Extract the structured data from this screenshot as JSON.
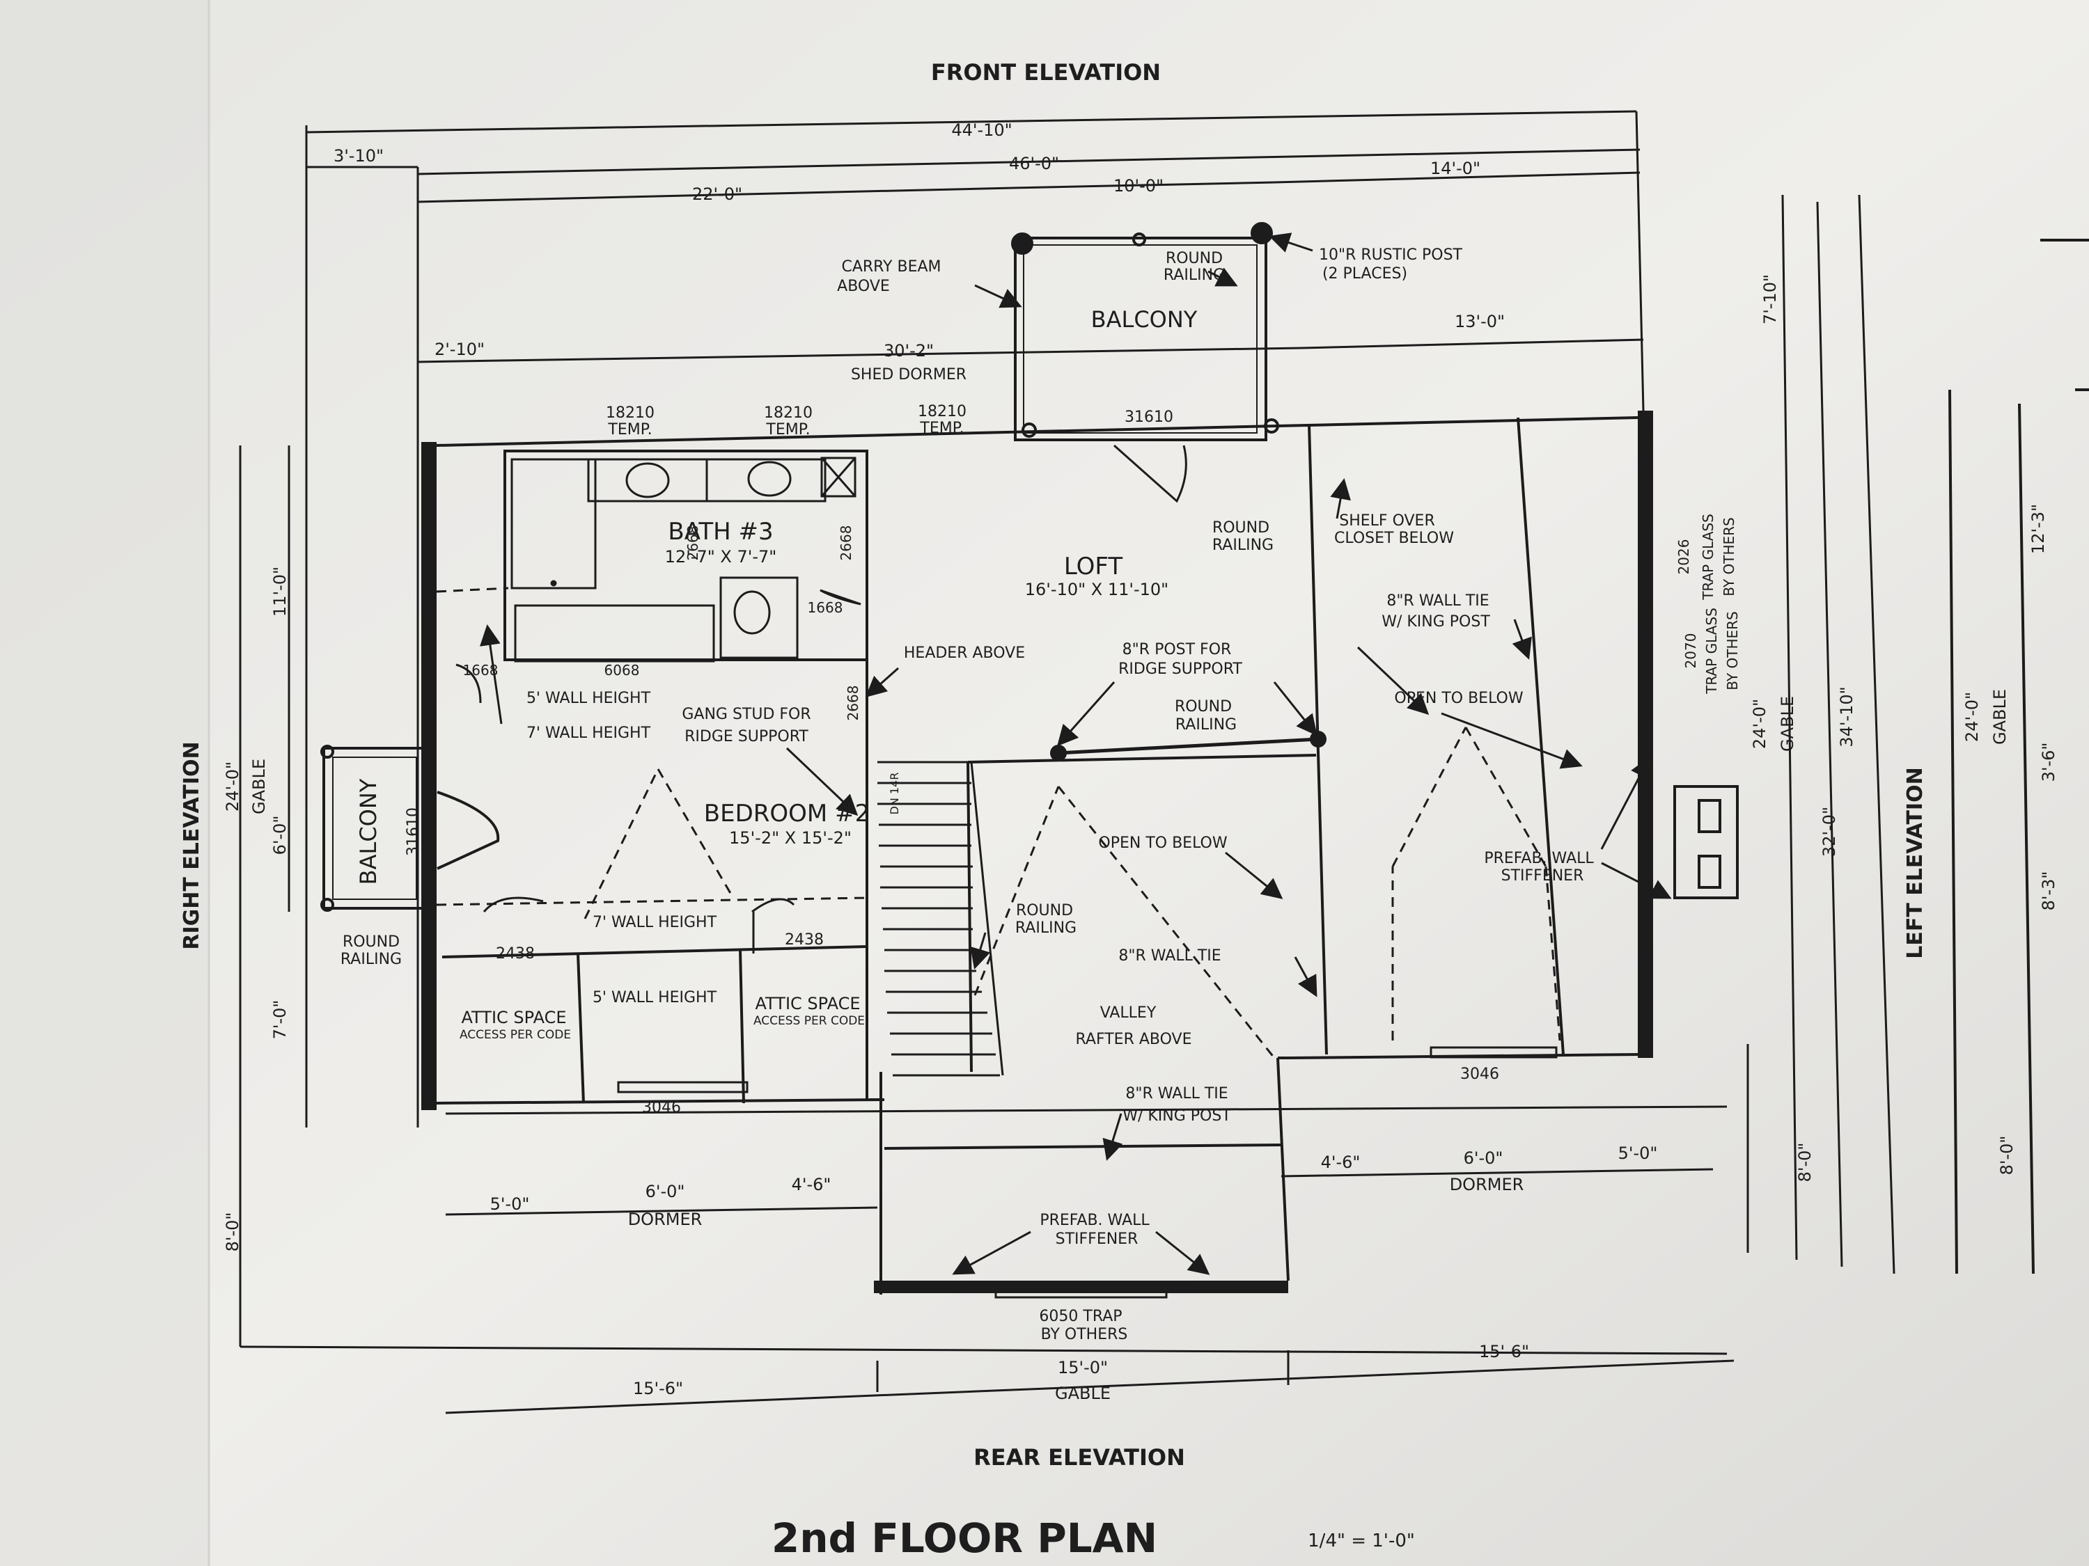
{
  "labels": {
    "front_elevation": "FRONT ELEVATION",
    "rear_elevation": "REAR ELEVATION",
    "right_elevation": "RIGHT ELEVATION",
    "left_elevation": "LEFT ELEVATION",
    "title": "2nd FLOOR PLAN",
    "scale": "1/4\" = 1'-0\""
  },
  "rooms": {
    "balcony": "BALCONY",
    "bath_3": "BATH #3",
    "bath_3_size": "12'-7\" X 7'-7\"",
    "loft": "LOFT",
    "loft_size": "16'-10\" X 11'-10\"",
    "bedroom_2": "BEDROOM #2",
    "bedroom_2_size": "15'-2\" X 15'-2\"",
    "attic_space": "ATTIC SPACE",
    "attic_access": "ACCESS PER CODE"
  },
  "notes": {
    "carry_beam_1": "CARRY BEAM",
    "carry_beam_2": "ABOVE",
    "round": "ROUND",
    "railing": "RAILING",
    "rustic_post_1": "10\"R RUSTIC POST",
    "rustic_post_2": "(2 PLACES)",
    "shed_dormer": "SHED DORMER",
    "shelf_over": "SHELF OVER",
    "closet_below": "CLOSET BELOW",
    "wall_tie_8r": "8\"R WALL TIE",
    "wall_tie_8r_short": "8\"R WALL TIE",
    "king_post": "W/ KING POST",
    "open_to_below": "OPEN TO BELOW",
    "post_for": "8\"R POST FOR",
    "ridge_support": "RIDGE SUPPORT",
    "header_above": "HEADER ABOVE",
    "gang_stud": "GANG STUD FOR",
    "wall_height_5": "5' WALL HEIGHT",
    "wall_height_7": "7' WALL HEIGHT",
    "valley": "VALLEY",
    "rafter_above": "RAFTER ABOVE",
    "prefab_wall": "PREFAB. WALL",
    "stiffener": "STIFFENER",
    "trap_6050": "6050 TRAP",
    "by_others": "BY OTHERS",
    "dn_14r": "DN 14R"
  },
  "windows": {
    "w18210": "18210",
    "temp": "TEMP.",
    "w31610": "31610",
    "w2438": "2438",
    "w3046": "3046",
    "w1668": "1668",
    "w6068": "6068",
    "w2668": "2668",
    "w2026": "2026",
    "w2070": "2070",
    "trap_glass": "TRAP GLASS",
    "by_others": "BY OTHERS"
  },
  "dimensions": {
    "d44_10": "44'-10\"",
    "d3_10": "3'-10\"",
    "d46_0": "46'-0\"",
    "d22_0": "22'-0\"",
    "d10_0": "10'-0\"",
    "d14_0": "14'-0\"",
    "d2_10": "2'-10\"",
    "d30_2": "30'-2\"",
    "d13_0": "13'-0\"",
    "d7_10": "7'-10\"",
    "d11_0": "11'-0\"",
    "d24_0": "24'-0\"",
    "gable": "GABLE",
    "d6_0": "6'-0\"",
    "d7_0": "7'-0\"",
    "d8_0": "8'-0\"",
    "d32_0": "32'-0\"",
    "d34_10": "34'-10\"",
    "d5_0": "5'-0\"",
    "d4_6": "4'-6\"",
    "dormer": "DORMER",
    "d15_6": "15'-6\"",
    "d15_0": "15'-0\"",
    "d12_3": "12'-3\"",
    "d3_6": "3'-6\"",
    "d8_3": "8'-3\""
  }
}
